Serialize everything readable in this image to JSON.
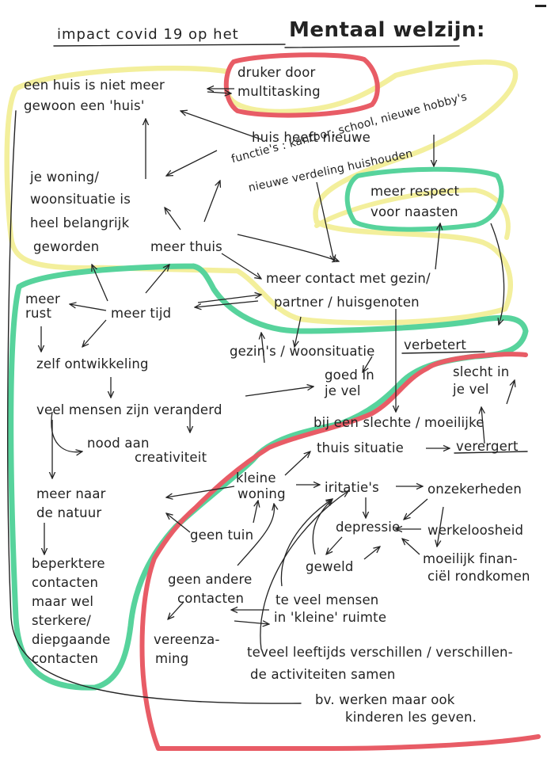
{
  "title": {
    "prefix": "impact covid 19 op het",
    "emphasis": "Mentaal welzijn:"
  },
  "nodes": {
    "huis_niet_meer": [
      "een huis is niet meer",
      "gewoon een 'huis'"
    ],
    "druker": [
      "druker door",
      "multitasking"
    ],
    "nieuwe_functies": [
      "huis heeft nieuwe",
      "functie's : kantoor, school, nieuwe hobby's",
      "nieuwe verdeling huishouden"
    ],
    "woning_belangrijk": [
      "je woning/",
      "woonsituatie is",
      "heel belangrijk",
      "geworden"
    ],
    "meer_thuis": "meer thuis",
    "meer_respect": [
      "meer respect",
      "voor naasten"
    ],
    "meer_contact": [
      "meer contact met gezin/",
      "partner / huisgenoten"
    ],
    "meer_rust": [
      "meer",
      "rust"
    ],
    "meer_tijd": "meer tijd",
    "zelfontwikkeling": "zelf ontwikkeling",
    "gezins_woonsituatie": "gezin's / woonsituatie",
    "verbetert": "verbetert",
    "goed_in_je_vel": [
      "goed in",
      "je vel"
    ],
    "slecht_in_je_vel": [
      "slecht in",
      "je vel"
    ],
    "veel_mensen": "veel mensen zijn veranderd",
    "nood_creativiteit": [
      "nood aan",
      "creativiteit"
    ],
    "moeilijke_situatie": [
      "bij een slechte / moeilijke",
      "thuis situatie"
    ],
    "verergert": "verergert",
    "meer_natuur": [
      "meer naar",
      "de natuur"
    ],
    "kleine_woning": [
      "kleine",
      "woning"
    ],
    "iritaties": "iritatie's",
    "onzekerheden": "onzekerheden",
    "geen_tuin": "geen tuin",
    "depressie": "depressie",
    "werkeloosheid": "werkeloosheid",
    "geweld": "geweld",
    "financieel": [
      "moeilijk finan-",
      "ciël rondkomen"
    ],
    "geen_andere": [
      "geen andere",
      "contacten"
    ],
    "te_veel_mensen": [
      "te veel mensen",
      "in 'kleine' ruimte"
    ],
    "beperktere": [
      "beperktere",
      "contacten",
      "maar wel",
      "sterkere/",
      "diepgaande",
      "contacten"
    ],
    "vereenzaming": [
      "vereenza-",
      "ming"
    ],
    "leeftijd": [
      "teveel leeftijds verschillen / verschillen-",
      "de activiteiten samen"
    ],
    "bv_werken": [
      "bv. werken maar ook",
      "kinderen les geven."
    ]
  },
  "colors": {
    "ink": "#232323",
    "yellow_highlight": "#f3ef9c",
    "green_highlight": "#57d39c",
    "red_highlight": "#e85c66"
  }
}
